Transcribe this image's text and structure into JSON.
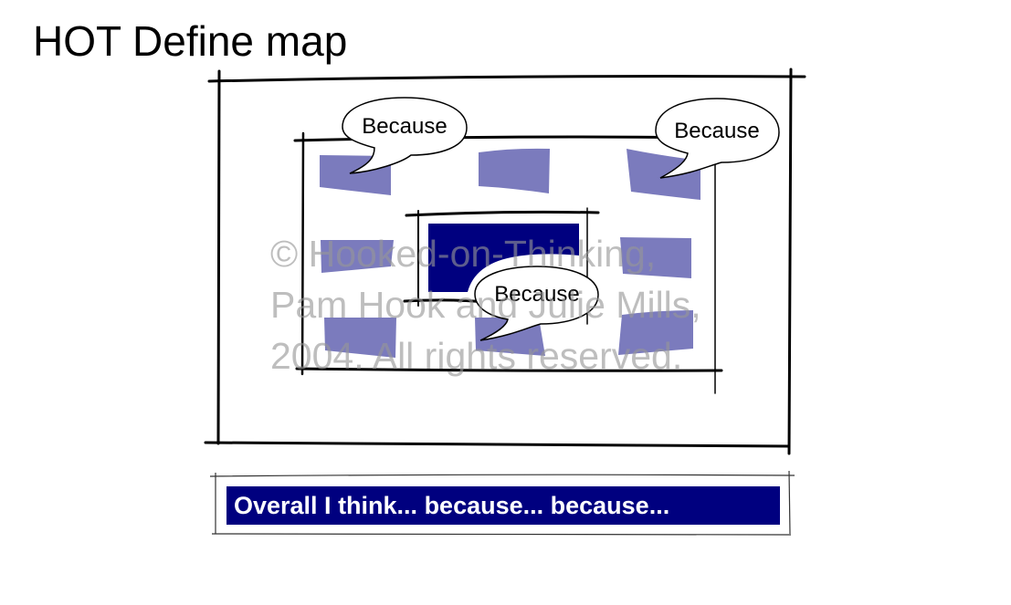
{
  "slide": {
    "title": "HOT Define map",
    "bubbles": [
      {
        "label": "Because"
      },
      {
        "label": "Because"
      },
      {
        "label": "Because"
      }
    ],
    "watermark": {
      "lines": [
        "© Hooked-on-Thinking,",
        "Pam Hook and Julie Mills,",
        "2004.  All rights reserved."
      ]
    },
    "summary": "Overall I think... because... because...",
    "colors": {
      "center_box": "#00007f",
      "attribute_boxes": "#7b7bbd",
      "summary_bar": "#00007f",
      "watermark": "#969696"
    }
  }
}
